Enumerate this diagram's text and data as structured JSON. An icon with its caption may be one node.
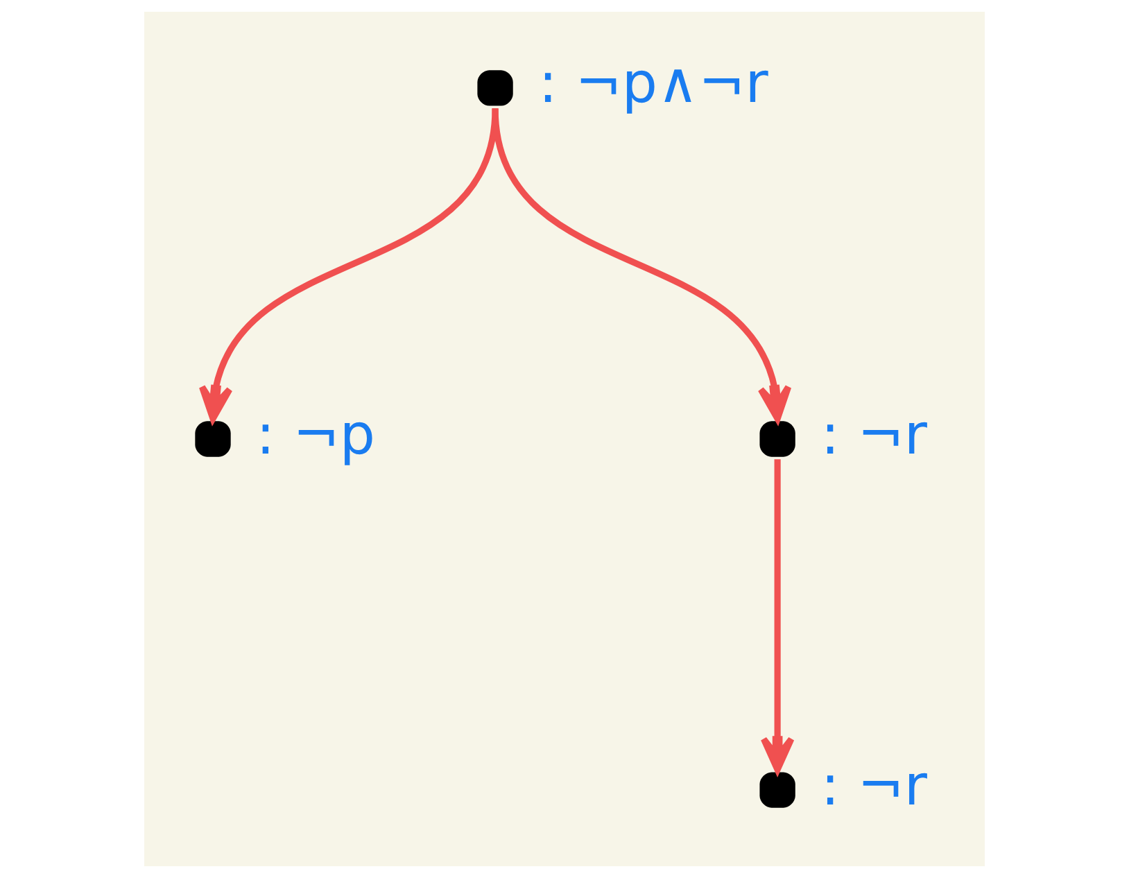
{
  "diagram": {
    "nodes": [
      {
        "text": [],
        "shape": "circle",
        "beside": [
          ": ¬p∧¬r"
        ]
      },
      {
        "text": [],
        "shape": "circle",
        "beside": [
          ": ¬p"
        ]
      },
      {
        "text": [],
        "shape": "circle",
        "beside": [
          ": ¬r"
        ]
      },
      {
        "text": [],
        "shape": "circle",
        "beside": [
          ": ¬r"
        ]
      }
    ],
    "edges": [
      {
        "from": 0,
        "to": 1,
        "arrow": "to"
      },
      {
        "from": 0,
        "to": 2,
        "arrow": "to"
      },
      {
        "from": 2,
        "to": 3,
        "arrow": "to"
      }
    ]
  }
}
